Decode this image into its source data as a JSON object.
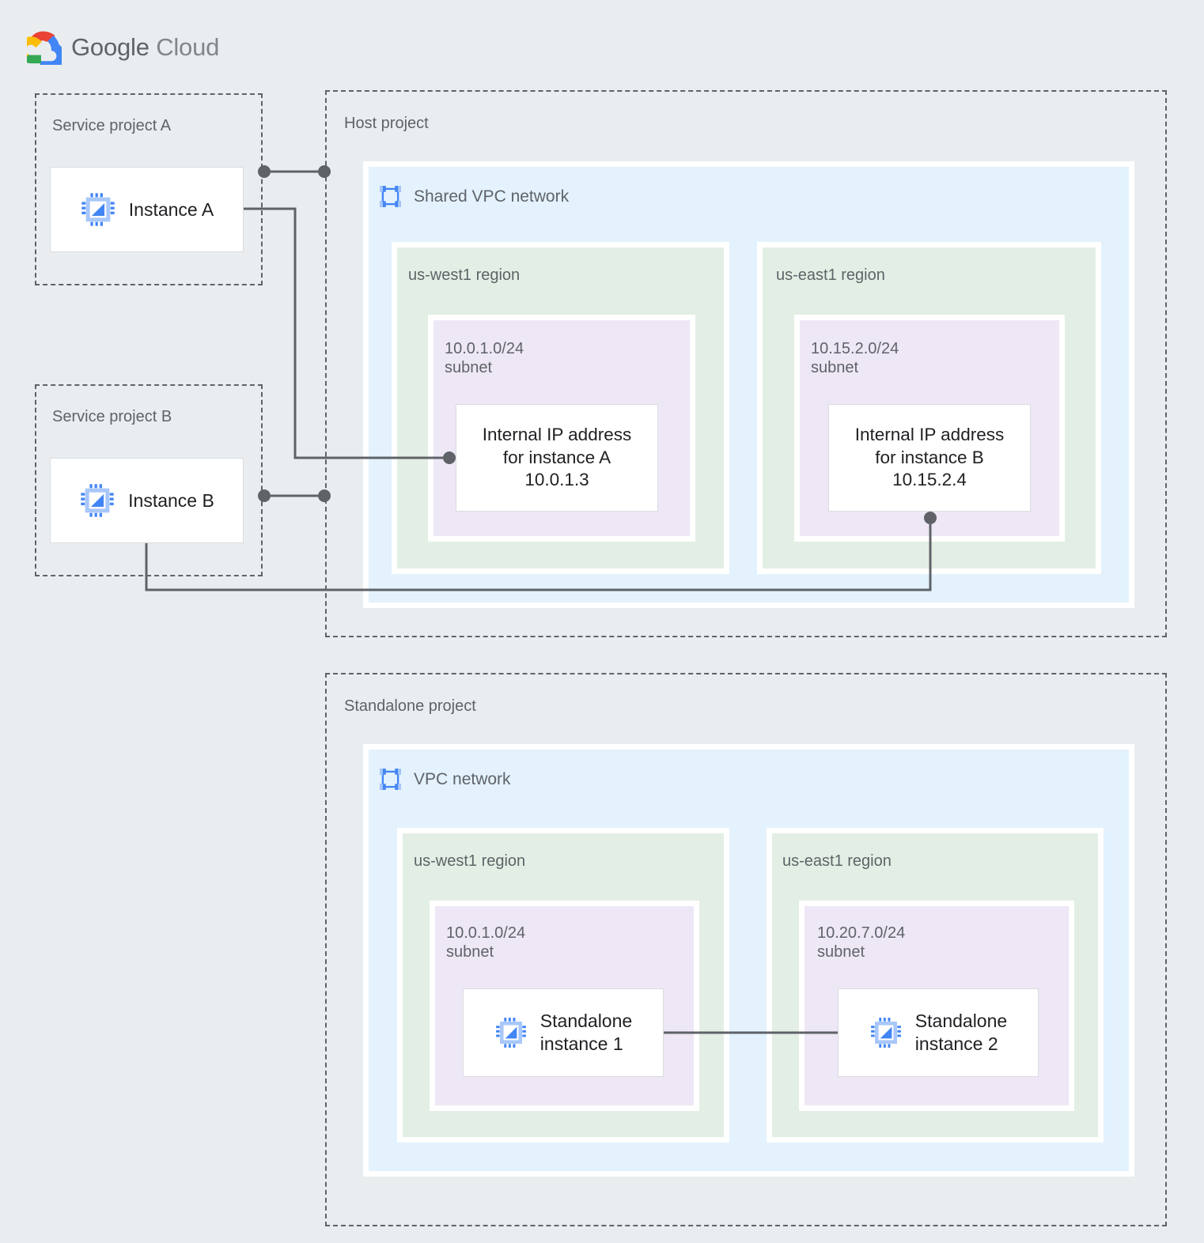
{
  "brand": {
    "name_bold": "Google",
    "name_light": "Cloud",
    "logo_icon": "google-cloud-logo",
    "colors": {
      "red": "#ea4335",
      "yellow": "#fbbc04",
      "green": "#34a853",
      "blue": "#4285f4"
    }
  },
  "palette": {
    "page_background": "#eaedef",
    "vpc_fill": "#e3f2fd",
    "region_fill": "#e3efe5",
    "subnet_fill": "#eee7f6",
    "card_fill": "#ffffff",
    "border_dashed": "#5f6368",
    "connector": "#5f6368",
    "text_primary": "#202124",
    "text_secondary": "#5f6368",
    "icon_blue": "#4285f4",
    "icon_blue_light": "#a8c7fa"
  },
  "projects": {
    "service_a": {
      "label": "Service project A",
      "instance": {
        "label": "Instance A",
        "icon": "vm-instance-icon"
      }
    },
    "service_b": {
      "label": "Service project B",
      "instance": {
        "label": "Instance B",
        "icon": "vm-instance-icon"
      }
    },
    "host": {
      "label": "Host project",
      "network": {
        "title": "Shared VPC network",
        "icon": "vpc-network-icon",
        "regions": [
          {
            "label": "us-west1 region",
            "subnet": {
              "cidr": "10.0.1.0/24",
              "kind": "subnet",
              "label": "10.0.1.0/24\nsubnet",
              "resource": {
                "label": "Internal IP address\nfor instance A\n10.0.1.3",
                "line1": "Internal IP address",
                "line2": "for instance A",
                "ip": "10.0.1.3"
              }
            }
          },
          {
            "label": "us-east1 region",
            "subnet": {
              "cidr": "10.15.2.0/24",
              "kind": "subnet",
              "label": "10.15.2.0/24\nsubnet",
              "resource": {
                "label": "Internal IP address\nfor instance B\n10.15.2.4",
                "line1": "Internal IP address",
                "line2": "for instance B",
                "ip": "10.15.2.4"
              }
            }
          }
        ]
      }
    },
    "standalone": {
      "label": "Standalone project",
      "network": {
        "title": "VPC network",
        "icon": "vpc-network-icon",
        "regions": [
          {
            "label": "us-west1 region",
            "subnet": {
              "cidr": "10.0.1.0/24",
              "kind": "subnet",
              "label": "10.0.1.0/24\nsubnet",
              "resource": {
                "label": "Standalone\ninstance 1",
                "icon": "vm-instance-icon"
              }
            }
          },
          {
            "label": "us-east1 region",
            "subnet": {
              "cidr": "10.20.7.0/24",
              "kind": "subnet",
              "label": "10.20.7.0/24\nsubnet",
              "resource": {
                "label": "Standalone\ninstance 2",
                "icon": "vm-instance-icon"
              }
            }
          }
        ]
      }
    }
  },
  "connections": [
    {
      "name": "service-a-to-host-project",
      "from": "Service project A",
      "to": "Host project",
      "style": "dot-line-dot"
    },
    {
      "name": "instance-a-to-internal-ip-a",
      "from": "Instance A",
      "to": "Internal IP address for instance A",
      "style": "elbow-dot"
    },
    {
      "name": "service-b-to-host-project",
      "from": "Service project B",
      "to": "Host project",
      "style": "dot-line-dot"
    },
    {
      "name": "instance-b-to-internal-ip-b",
      "from": "Instance B",
      "to": "Internal IP address for instance B",
      "style": "elbow-dot"
    },
    {
      "name": "standalone-instance-1-to-2",
      "from": "Standalone instance 1",
      "to": "Standalone instance 2",
      "style": "straight"
    }
  ]
}
